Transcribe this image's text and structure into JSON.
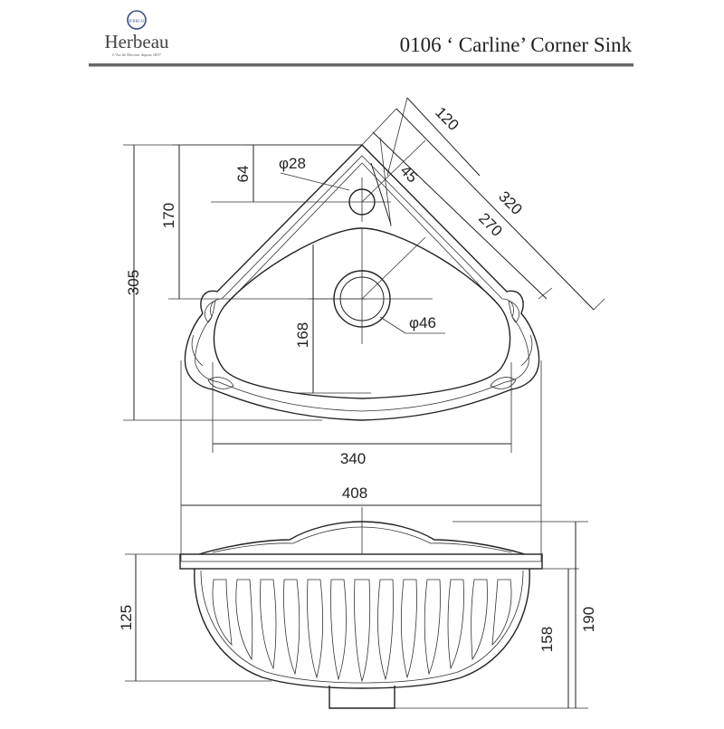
{
  "header": {
    "brand_name": "Herbeau",
    "badge_text": "HERBEAU",
    "brand_tagline": "L'Art de Décorer depuis 1857",
    "title": "0106 ‘ Carline’ Corner Sink"
  },
  "colors": {
    "ink": "#222222",
    "rule": "#666666",
    "badge": "#3a4f8a"
  },
  "dimensions": {
    "d120": "120",
    "d320": "320",
    "d270": "270",
    "d45": "45",
    "phi28": "φ28",
    "d64": "64",
    "d170": "170",
    "d305": "305",
    "d168": "168",
    "phi46": "φ46",
    "d340": "340",
    "d408": "408",
    "d125": "125",
    "d158": "158",
    "d190": "190"
  }
}
